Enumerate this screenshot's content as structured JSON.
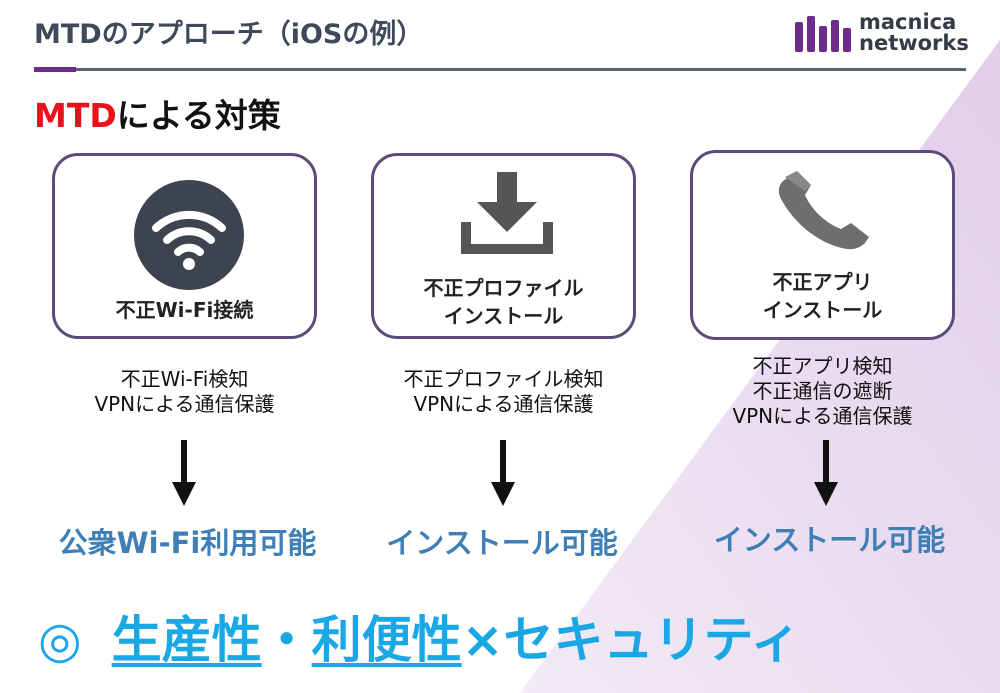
{
  "header": {
    "title": "MTDのアプローチ（iOSの例）",
    "logo_line1": "macnica",
    "logo_line2": "networks"
  },
  "section": {
    "heading_accent": "MTD",
    "heading_rest": "による対策"
  },
  "cards": [
    {
      "icon": "wifi-icon",
      "label": "不正Wi-Fi接続",
      "desc": [
        "不正Wi-Fi検知",
        "VPNによる通信保護"
      ],
      "result": "公衆Wi-Fi利用可能"
    },
    {
      "icon": "download-icon",
      "label_line1": "不正プロファイル",
      "label_line2": "インストール",
      "desc": [
        "不正プロファイル検知",
        "VPNによる通信保護"
      ],
      "result": "インストール可能"
    },
    {
      "icon": "phone-icon",
      "label_line1": "不正アプリ",
      "label_line2": "インストール",
      "desc": [
        "不正アプリ検知",
        "不正通信の遮断",
        "VPNによる通信保護"
      ],
      "result": "インストール可能"
    }
  ],
  "tagline": {
    "mark": "◎",
    "part1": "生産性",
    "separator": "・",
    "part2": "利便性",
    "part3": "×セキュリティ"
  },
  "colors": {
    "heading_accent": "#e8131a",
    "result_text": "#3f7fb6",
    "tagline": "#1aa7e6",
    "card_border": "#5b4a7a",
    "brand_purple": "#6d2b8c"
  }
}
